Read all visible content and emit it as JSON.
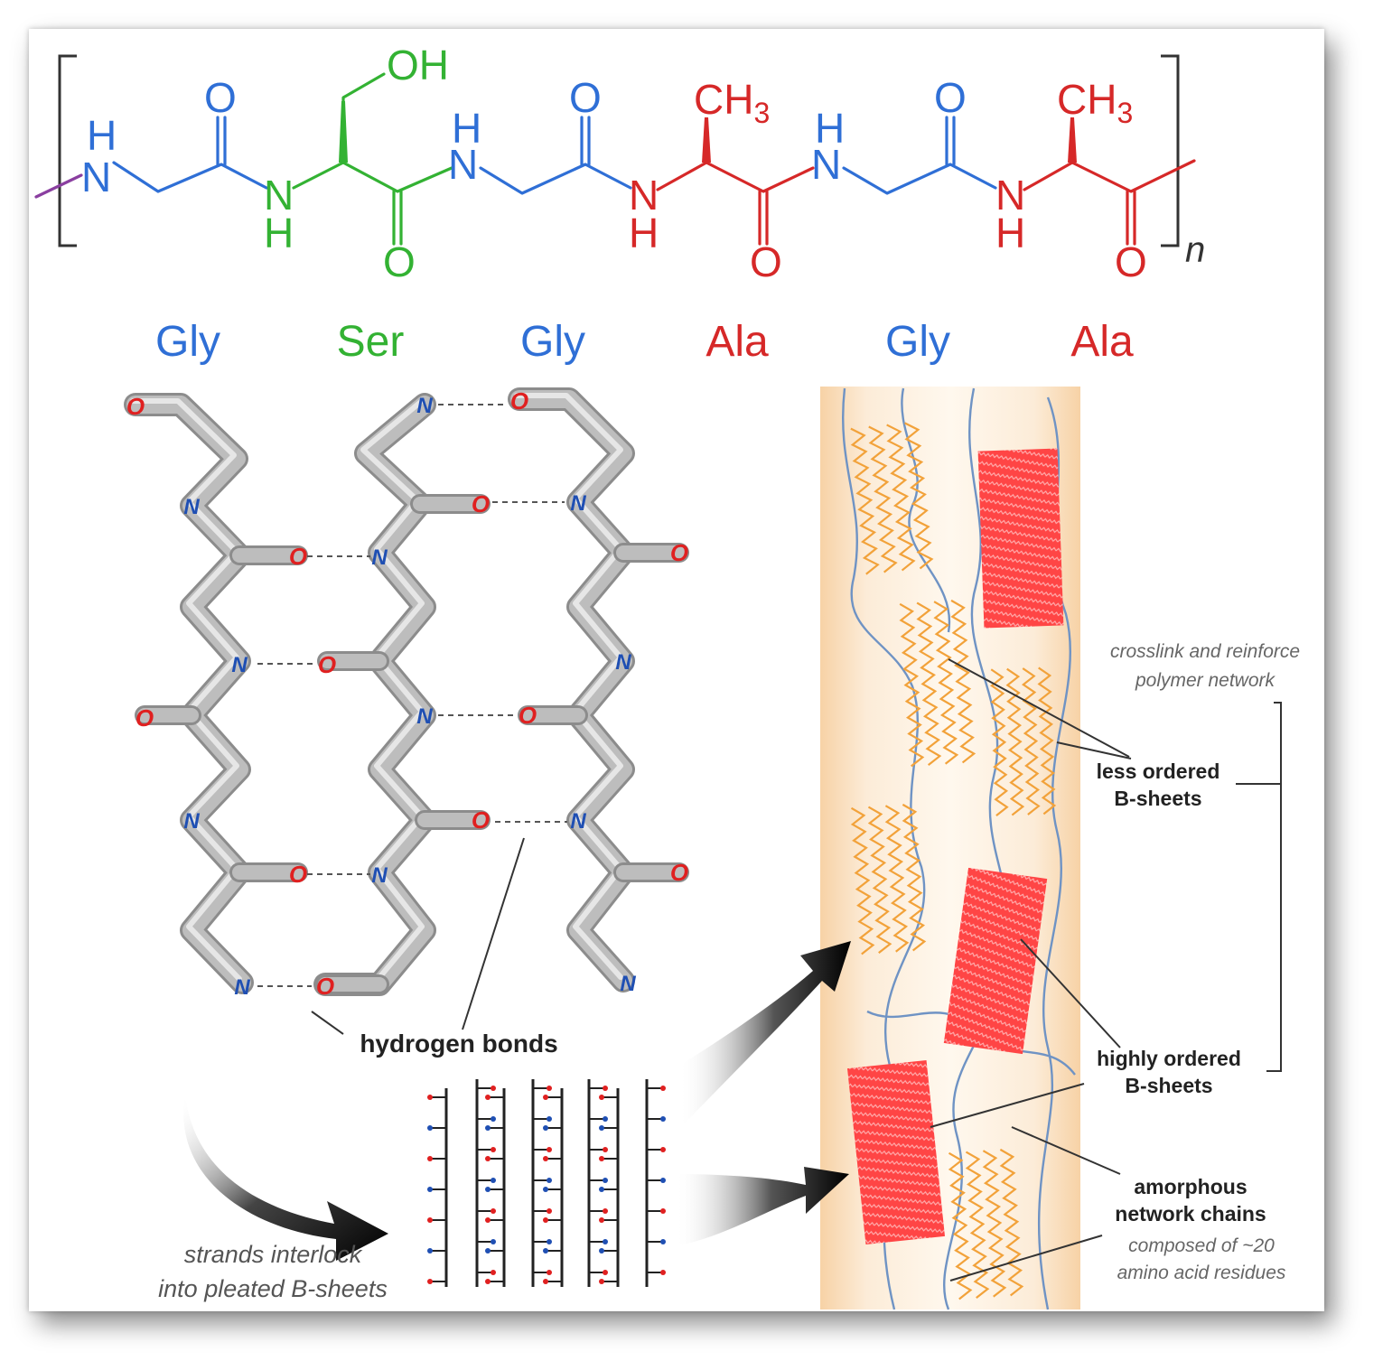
{
  "colors": {
    "gly": "#2f6fd6",
    "ser": "#33b233",
    "ala": "#d62828",
    "tube": "#bdbdbd",
    "atom_o": "#e02020",
    "atom_n": "#1f4fb3",
    "fiber": "#f9dcb8",
    "less_ordered": "#f2a23a",
    "highly_ordered": "#ff3b3b",
    "chain": "#6f93c4"
  },
  "formula": {
    "oh": "OH",
    "ch3_main": "CH",
    "ch3_sub": "3",
    "o": "O",
    "n": "N",
    "h": "H",
    "repeat": "n"
  },
  "residues": [
    {
      "label": "Gly",
      "color": "gly"
    },
    {
      "label": "Ser",
      "color": "ser"
    },
    {
      "label": "Gly",
      "color": "gly"
    },
    {
      "label": "Ala",
      "color": "ala"
    },
    {
      "label": "Gly",
      "color": "gly"
    },
    {
      "label": "Ala",
      "color": "ala"
    }
  ],
  "sheet_atoms": {
    "o": "O",
    "n": "N"
  },
  "labels": {
    "hydrogen_bonds": "hydrogen bonds",
    "interlock_1": "strands interlock",
    "interlock_2": "into pleated B-sheets",
    "crosslink_1": "crosslink and reinforce",
    "crosslink_2": "polymer network",
    "less_ordered_1": "less ordered",
    "less_ordered_2": "B-sheets",
    "highly_ordered_1": "highly ordered",
    "highly_ordered_2": "B-sheets",
    "amorphous_1": "amorphous",
    "amorphous_2": "network chains",
    "composed_1": "composed of ~20",
    "composed_2": "amino acid residues"
  }
}
